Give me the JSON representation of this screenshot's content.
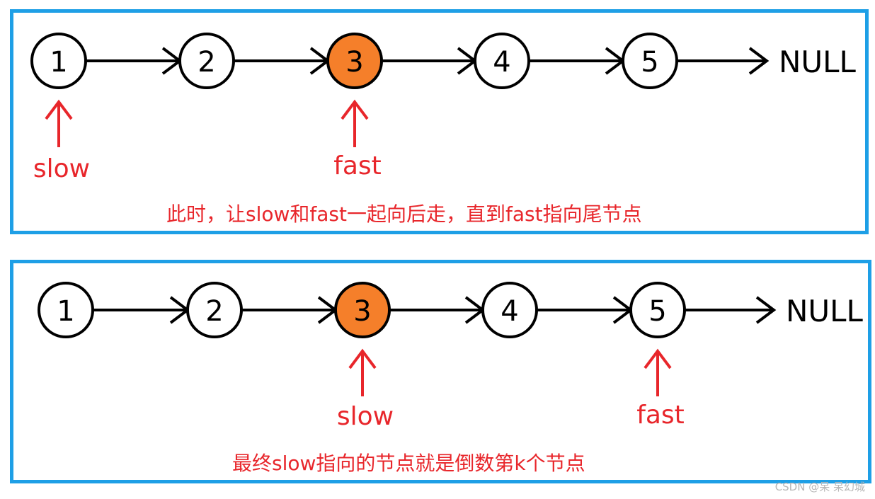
{
  "panel1": {
    "nodes": [
      "1",
      "2",
      "3",
      "4",
      "5"
    ],
    "active_node": "3",
    "null_label": "NULL",
    "pointers": [
      {
        "label": "slow",
        "node": "1"
      },
      {
        "label": "fast",
        "node": "3"
      }
    ],
    "caption": "此时，让slow和fast一起向后走，直到fast指向尾节点"
  },
  "panel2": {
    "nodes": [
      "1",
      "2",
      "3",
      "4",
      "5"
    ],
    "active_node": "3",
    "null_label": "NULL",
    "pointers": [
      {
        "label": "slow",
        "node": "3"
      },
      {
        "label": "fast",
        "node": "5"
      }
    ],
    "caption": "最终slow指向的节点就是倒数第k个节点"
  },
  "watermark": "CSDN @呆 呆幻城",
  "colors": {
    "border": "#1e9fe6",
    "active_node_fill": "#f57f2a",
    "pointer": "#e8262b",
    "node_stroke": "#000000"
  }
}
